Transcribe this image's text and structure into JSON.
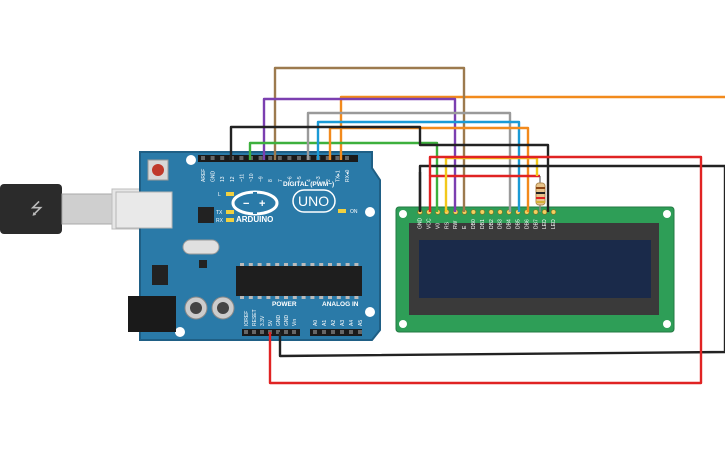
{
  "board": {
    "brand": "ARDUINO",
    "model": "UNO",
    "digital_label": "DIGITAL (PWM~)",
    "power_label": "POWER",
    "analog_label": "ANALOG IN",
    "on_label": "ON",
    "tx_label": "TX",
    "rx_label": "RX",
    "l_label": "L",
    "digital_pins": [
      "AREF",
      "GND",
      "13",
      "12",
      "~11",
      "~10",
      "~9",
      "8",
      "7",
      "~6",
      "~5",
      "4",
      "~3",
      "2",
      "TX▸1",
      "RX◂0"
    ],
    "power_pins": [
      "IOREF",
      "RESET",
      "3.3V",
      "5V",
      "GND",
      "GND",
      "Vin"
    ],
    "analog_pins": [
      "A0",
      "A1",
      "A2",
      "A3",
      "A4",
      "A5"
    ]
  },
  "lcd": {
    "pins": [
      "GND",
      "VCC",
      "V0",
      "RS",
      "RW",
      "E",
      "DB0",
      "DB1",
      "DB2",
      "DB3",
      "DB4",
      "DB5",
      "DB6",
      "DB7",
      "LED",
      "LED"
    ]
  },
  "colors": {
    "board": "#2a7aa8",
    "board_edge": "#1f5f85",
    "lcd_pcb": "#2e9e57",
    "lcd_screen": "#1a2a4a",
    "wire_black": "#222222",
    "wire_red": "#e02323",
    "wire_orange": "#f28a1c",
    "wire_brown": "#9c7a4e",
    "wire_purple": "#7b3fb0",
    "wire_green": "#3db03d",
    "wire_blue": "#1a9ad6",
    "wire_gray": "#9a9a9a",
    "wire_yellow": "#f2c81a"
  }
}
